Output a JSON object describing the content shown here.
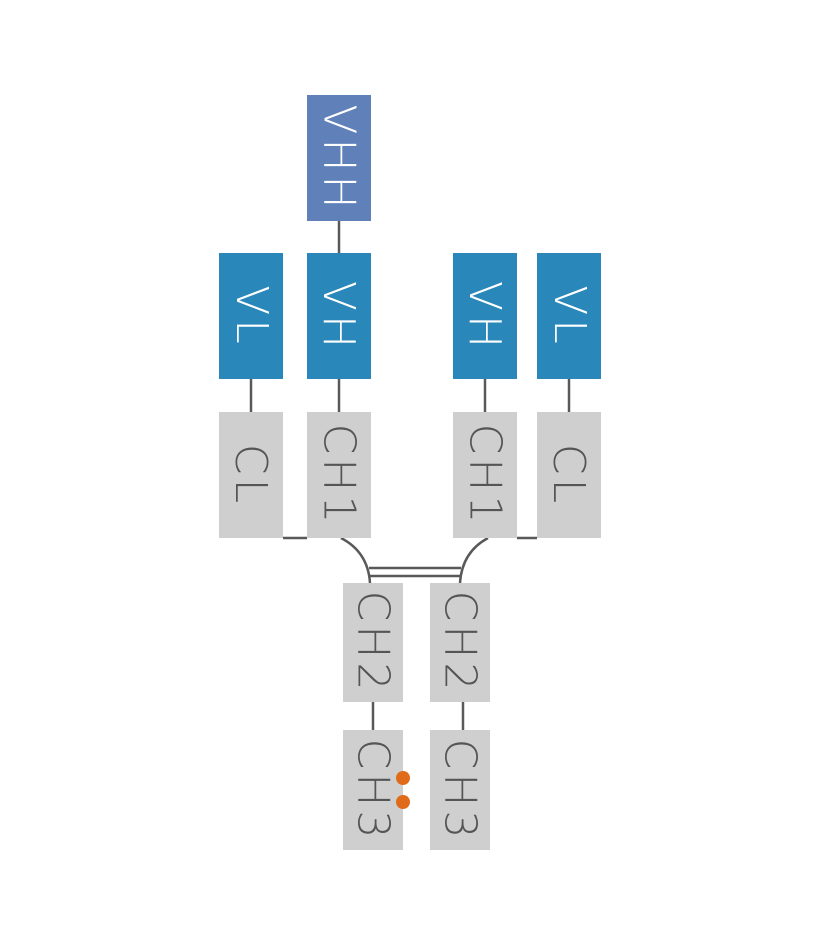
{
  "diagram": {
    "title": "",
    "colors": {
      "vhh": "#5f80b9",
      "variable": "#2a87ba",
      "constant": "#cfcfcf",
      "connector": "#595959",
      "mutation_dot": "#e06b1a"
    },
    "domains": {
      "vhh": "VHH",
      "left_vl": "VL",
      "left_vh": "VH",
      "right_vh": "VH",
      "right_vl": "VL",
      "left_cl": "CL",
      "left_ch1": "CH1",
      "right_ch1": "CH1",
      "right_cl": "CL",
      "left_ch2": "CH2",
      "right_ch2": "CH2",
      "left_ch3": "CH3",
      "right_ch3": "CH3"
    },
    "mutation_dots_count": 2
  }
}
